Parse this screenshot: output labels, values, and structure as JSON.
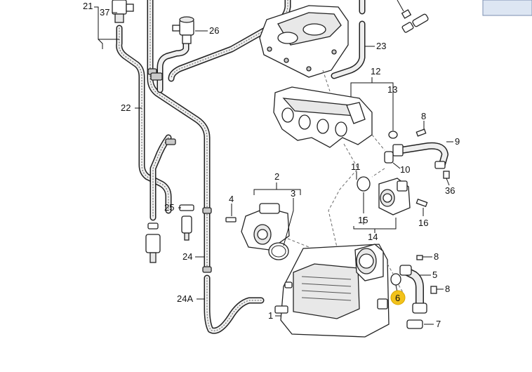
{
  "diagram": {
    "highlight_color": "#f2c21b",
    "callouts": [
      {
        "id": "21",
        "label": "21"
      },
      {
        "id": "37",
        "label": "37"
      },
      {
        "id": "26",
        "label": "26"
      },
      {
        "id": "23",
        "label": "23"
      },
      {
        "id": "12",
        "label": "12"
      },
      {
        "id": "13",
        "label": "13"
      },
      {
        "id": "8a",
        "label": "8"
      },
      {
        "id": "9",
        "label": "9"
      },
      {
        "id": "10",
        "label": "10"
      },
      {
        "id": "36",
        "label": "36"
      },
      {
        "id": "22",
        "label": "22"
      },
      {
        "id": "2",
        "label": "2"
      },
      {
        "id": "3",
        "label": "3"
      },
      {
        "id": "4",
        "label": "4"
      },
      {
        "id": "25",
        "label": "25"
      },
      {
        "id": "11",
        "label": "11"
      },
      {
        "id": "16",
        "label": "16"
      },
      {
        "id": "15",
        "label": "15"
      },
      {
        "id": "14",
        "label": "14"
      },
      {
        "id": "24",
        "label": "24"
      },
      {
        "id": "8b",
        "label": "8"
      },
      {
        "id": "5",
        "label": "5"
      },
      {
        "id": "8c",
        "label": "8"
      },
      {
        "id": "6",
        "label": "6",
        "highlighted": true
      },
      {
        "id": "24A",
        "label": "24A"
      },
      {
        "id": "1",
        "label": "1"
      },
      {
        "id": "7",
        "label": "7"
      }
    ]
  }
}
